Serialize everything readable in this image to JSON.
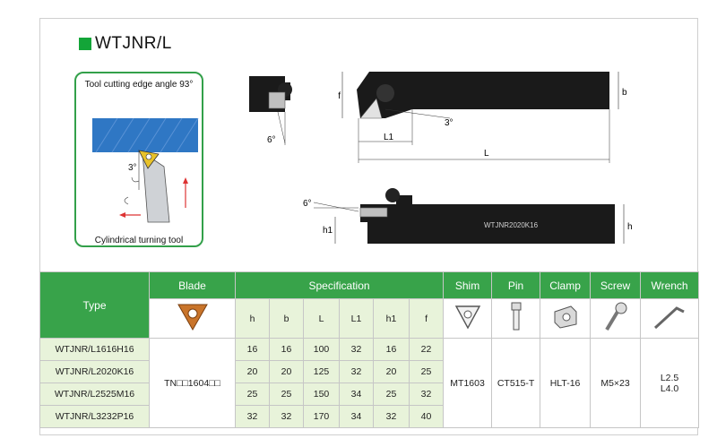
{
  "title": "WTJNR/L",
  "inset": {
    "top_caption": "Tool cutting edge angle 93°",
    "bottom_caption": "Cylindrical turning tool",
    "angle_label": "3°"
  },
  "drawings": {
    "top_view": {
      "f": "f",
      "b": "b",
      "L1": "L1",
      "L": "L",
      "angle_a": "6°",
      "angle_b": "3°"
    },
    "side_view": {
      "h1": "h1",
      "h": "h",
      "angle": "6°",
      "marking": "WTJNR2020K16"
    }
  },
  "table": {
    "headers": {
      "type": "Type",
      "blade": "Blade",
      "specification": "Specification",
      "shim": "Shim",
      "pin": "Pin",
      "clamp": "Clamp",
      "screw": "Screw",
      "wrench": "Wrench"
    },
    "spec_cols": [
      "h",
      "b",
      "L",
      "L1",
      "h1",
      "f"
    ],
    "rows": [
      {
        "type": "WTJNR/L1616H16",
        "spec": [
          "16",
          "16",
          "100",
          "32",
          "16",
          "22"
        ]
      },
      {
        "type": "WTJNR/L2020K16",
        "spec": [
          "20",
          "20",
          "125",
          "32",
          "20",
          "25"
        ]
      },
      {
        "type": "WTJNR/L2525M16",
        "spec": [
          "25",
          "25",
          "150",
          "34",
          "25",
          "32"
        ]
      },
      {
        "type": "WTJNR/L3232P16",
        "spec": [
          "32",
          "32",
          "170",
          "34",
          "32",
          "40"
        ]
      }
    ],
    "blade_value": "TN□□1604□□",
    "shim_value": "MT1603",
    "pin_value": "CT515-T",
    "clamp_value": "HLT-16",
    "screw_value": "M5×23",
    "wrench_values": [
      "L2.5",
      "L4.0"
    ]
  },
  "icons": [
    "triangle-insert-icon",
    "shim-icon",
    "pin-icon",
    "clamp-icon",
    "screw-icon",
    "wrench-icon"
  ],
  "colors": {
    "header_green": "#38a34a",
    "cell_green": "#e8f3da",
    "title_square": "#13a538",
    "insert_orange": "#c9742a",
    "workpiece_blue": "#2f77c4"
  }
}
